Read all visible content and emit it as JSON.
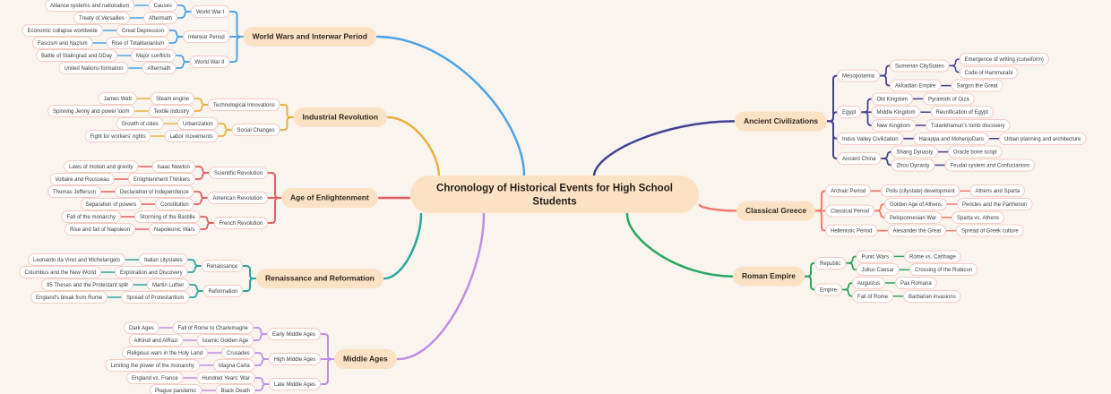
{
  "mindmap": {
    "palette": {
      "background": "#faf4ef",
      "node_fill": "#ffffff",
      "node_border": "#f3cbc5",
      "topic_fill": "#fbe2c4",
      "topic_text": "#33281c",
      "sub_text": "#3a3a3a"
    },
    "center": {
      "label": "Chronology of Historical Events for High School Students"
    },
    "branches": [
      {
        "label": "World Wars and Interwar Period",
        "side": "left",
        "color": "#4da3e6",
        "children": [
          {
            "label": "World War I",
            "children": [
              {
                "label": "Causes",
                "children": [
                  {
                    "label": "Alliance systems and nationalism"
                  }
                ]
              },
              {
                "label": "Aftermath",
                "children": [
                  {
                    "label": "Treaty of Versailles"
                  }
                ]
              }
            ]
          },
          {
            "label": "Interwar Period",
            "children": [
              {
                "label": "Great Depression",
                "children": [
                  {
                    "label": "Economic collapse worldwide"
                  }
                ]
              },
              {
                "label": "Rise of Totalitarianism",
                "children": [
                  {
                    "label": "Fascism and Nazism"
                  }
                ]
              }
            ]
          },
          {
            "label": "World War II",
            "children": [
              {
                "label": "Major conflicts",
                "children": [
                  {
                    "label": "Battle of Stalingrad and DDay"
                  }
                ]
              },
              {
                "label": "Aftermath",
                "children": [
                  {
                    "label": "United Nations formation"
                  }
                ]
              }
            ]
          }
        ]
      },
      {
        "label": "Industrial Revolution",
        "side": "left",
        "color": "#e8b13f",
        "children": [
          {
            "label": "Technological Innovations",
            "children": [
              {
                "label": "Steam engine",
                "children": [
                  {
                    "label": "James Watt"
                  }
                ]
              },
              {
                "label": "Textile industry",
                "children": [
                  {
                    "label": "Spinning Jenny and power loom"
                  }
                ]
              }
            ]
          },
          {
            "label": "Social Changes",
            "children": [
              {
                "label": "Urbanization",
                "children": [
                  {
                    "label": "Growth of cities"
                  }
                ]
              },
              {
                "label": "Labor movements",
                "children": [
                  {
                    "label": "Fight for workers' rights"
                  }
                ]
              }
            ]
          }
        ]
      },
      {
        "label": "Age of Enlightenment",
        "side": "left",
        "color": "#e15e5e",
        "children": [
          {
            "label": "Scientific Revolution",
            "children": [
              {
                "label": "Isaac Newton",
                "children": [
                  {
                    "label": "Laws of motion and gravity"
                  }
                ]
              },
              {
                "label": "Enlightenment Thinkers",
                "children": [
                  {
                    "label": "Voltaire and Rousseau"
                  }
                ]
              }
            ]
          },
          {
            "label": "American Revolution",
            "children": [
              {
                "label": "Declaration of Independence",
                "children": [
                  {
                    "label": "Thomas Jefferson"
                  }
                ]
              },
              {
                "label": "Constitution",
                "children": [
                  {
                    "label": "Separation of powers"
                  }
                ]
              }
            ]
          },
          {
            "label": "French Revolution",
            "children": [
              {
                "label": "Storming of the Bastille",
                "children": [
                  {
                    "label": "Fall of the monarchy"
                  }
                ]
              },
              {
                "label": "Napoleonic Wars",
                "children": [
                  {
                    "label": "Rise and fall of Napoleon"
                  }
                ]
              }
            ]
          }
        ]
      },
      {
        "label": "Renaissance and Reformation",
        "side": "left",
        "color": "#29a79d",
        "children": [
          {
            "label": "Renaissance",
            "children": [
              {
                "label": "Italian citystates",
                "children": [
                  {
                    "label": "Leonardo da Vinci and Michelangelo"
                  }
                ]
              },
              {
                "label": "Exploration and Discovery",
                "children": [
                  {
                    "label": "Columbus and the New World"
                  }
                ]
              }
            ]
          },
          {
            "label": "Reformation",
            "children": [
              {
                "label": "Martin Luther",
                "children": [
                  {
                    "label": "95 Theses and the Protestant split"
                  }
                ]
              },
              {
                "label": "Spread of Protestantism",
                "children": [
                  {
                    "label": "England's break from Rome"
                  }
                ]
              }
            ]
          }
        ]
      },
      {
        "label": "Middle Ages",
        "side": "left",
        "color": "#bb8fe3",
        "children": [
          {
            "label": "Early Middle Ages",
            "children": [
              {
                "label": "Fall of Rome to Charlemagne",
                "children": [
                  {
                    "label": "Dark Ages"
                  }
                ]
              },
              {
                "label": "Islamic Golden Age",
                "children": [
                  {
                    "label": "AlKindi and AlRazi"
                  }
                ]
              }
            ]
          },
          {
            "label": "High Middle Ages",
            "children": [
              {
                "label": "Crusades",
                "children": [
                  {
                    "label": "Religious wars in the Holy Land"
                  }
                ]
              },
              {
                "label": "Magna Carta",
                "children": [
                  {
                    "label": "Limiting the power of the monarchy"
                  }
                ]
              }
            ]
          },
          {
            "label": "Late Middle Ages",
            "children": [
              {
                "label": "Hundred Years' War",
                "children": [
                  {
                    "label": "England vs. France"
                  }
                ]
              },
              {
                "label": "Black Death",
                "children": [
                  {
                    "label": "Plague pandemic"
                  }
                ]
              }
            ]
          }
        ]
      },
      {
        "label": "Ancient Civilizations",
        "side": "right",
        "color": "#42428f",
        "children": [
          {
            "label": "Mesopotamia",
            "children": [
              {
                "label": "Sumerian CityStates",
                "children": [
                  {
                    "label": "Emergence of writing (cuneiform)"
                  },
                  {
                    "label": "Code of Hammurabi"
                  }
                ]
              },
              {
                "label": "Akkadian Empire",
                "children": [
                  {
                    "label": "Sargon the Great"
                  }
                ]
              }
            ]
          },
          {
            "label": "Egypt",
            "children": [
              {
                "label": "Old Kingdom",
                "children": [
                  {
                    "label": "Pyramids of Giza"
                  }
                ]
              },
              {
                "label": "Middle Kingdom",
                "children": [
                  {
                    "label": "Reunification of Egypt"
                  }
                ]
              },
              {
                "label": "New Kingdom",
                "children": [
                  {
                    "label": "Tutankhamun's tomb discovery"
                  }
                ]
              }
            ]
          },
          {
            "label": "Indus Valley Civilization",
            "children": [
              {
                "label": "Harappa and MohenjoDaro",
                "children": [
                  {
                    "label": "Urban planning and architecture"
                  }
                ]
              }
            ]
          },
          {
            "label": "Ancient China",
            "children": [
              {
                "label": "Shang Dynasty",
                "children": [
                  {
                    "label": "Oracle bone script"
                  }
                ]
              },
              {
                "label": "Zhou Dynasty",
                "children": [
                  {
                    "label": "Feudal system and Confucianism"
                  }
                ]
              }
            ]
          }
        ]
      },
      {
        "label": "Classical Greece",
        "side": "right",
        "color": "#ee7b6e",
        "children": [
          {
            "label": "Archaic Period",
            "children": [
              {
                "label": "Polis (citystate) development",
                "children": [
                  {
                    "label": "Athens and Sparta"
                  }
                ]
              }
            ]
          },
          {
            "label": "Classical Period",
            "children": [
              {
                "label": "Golden Age of Athens",
                "children": [
                  {
                    "label": "Pericles and the Parthenon"
                  }
                ]
              },
              {
                "label": "Peloponnesian War",
                "children": [
                  {
                    "label": "Sparta vs. Athens"
                  }
                ]
              }
            ]
          },
          {
            "label": "Hellenistic Period",
            "children": [
              {
                "label": "Alexander the Great",
                "children": [
                  {
                    "label": "Spread of Greek culture"
                  }
                ]
              }
            ]
          }
        ]
      },
      {
        "label": "Roman Empire",
        "side": "right",
        "color": "#2aa763",
        "children": [
          {
            "label": "Republic",
            "children": [
              {
                "label": "Punic Wars",
                "children": [
                  {
                    "label": "Rome vs. Carthage"
                  }
                ]
              },
              {
                "label": "Julius Caesar",
                "children": [
                  {
                    "label": "Crossing of the Rubicon"
                  }
                ]
              }
            ]
          },
          {
            "label": "Empire",
            "children": [
              {
                "label": "Augustus",
                "children": [
                  {
                    "label": "Pax Romana"
                  }
                ]
              },
              {
                "label": "Fall of Rome",
                "children": [
                  {
                    "label": "Barbarian invasions"
                  }
                ]
              }
            ]
          }
        ]
      }
    ]
  }
}
